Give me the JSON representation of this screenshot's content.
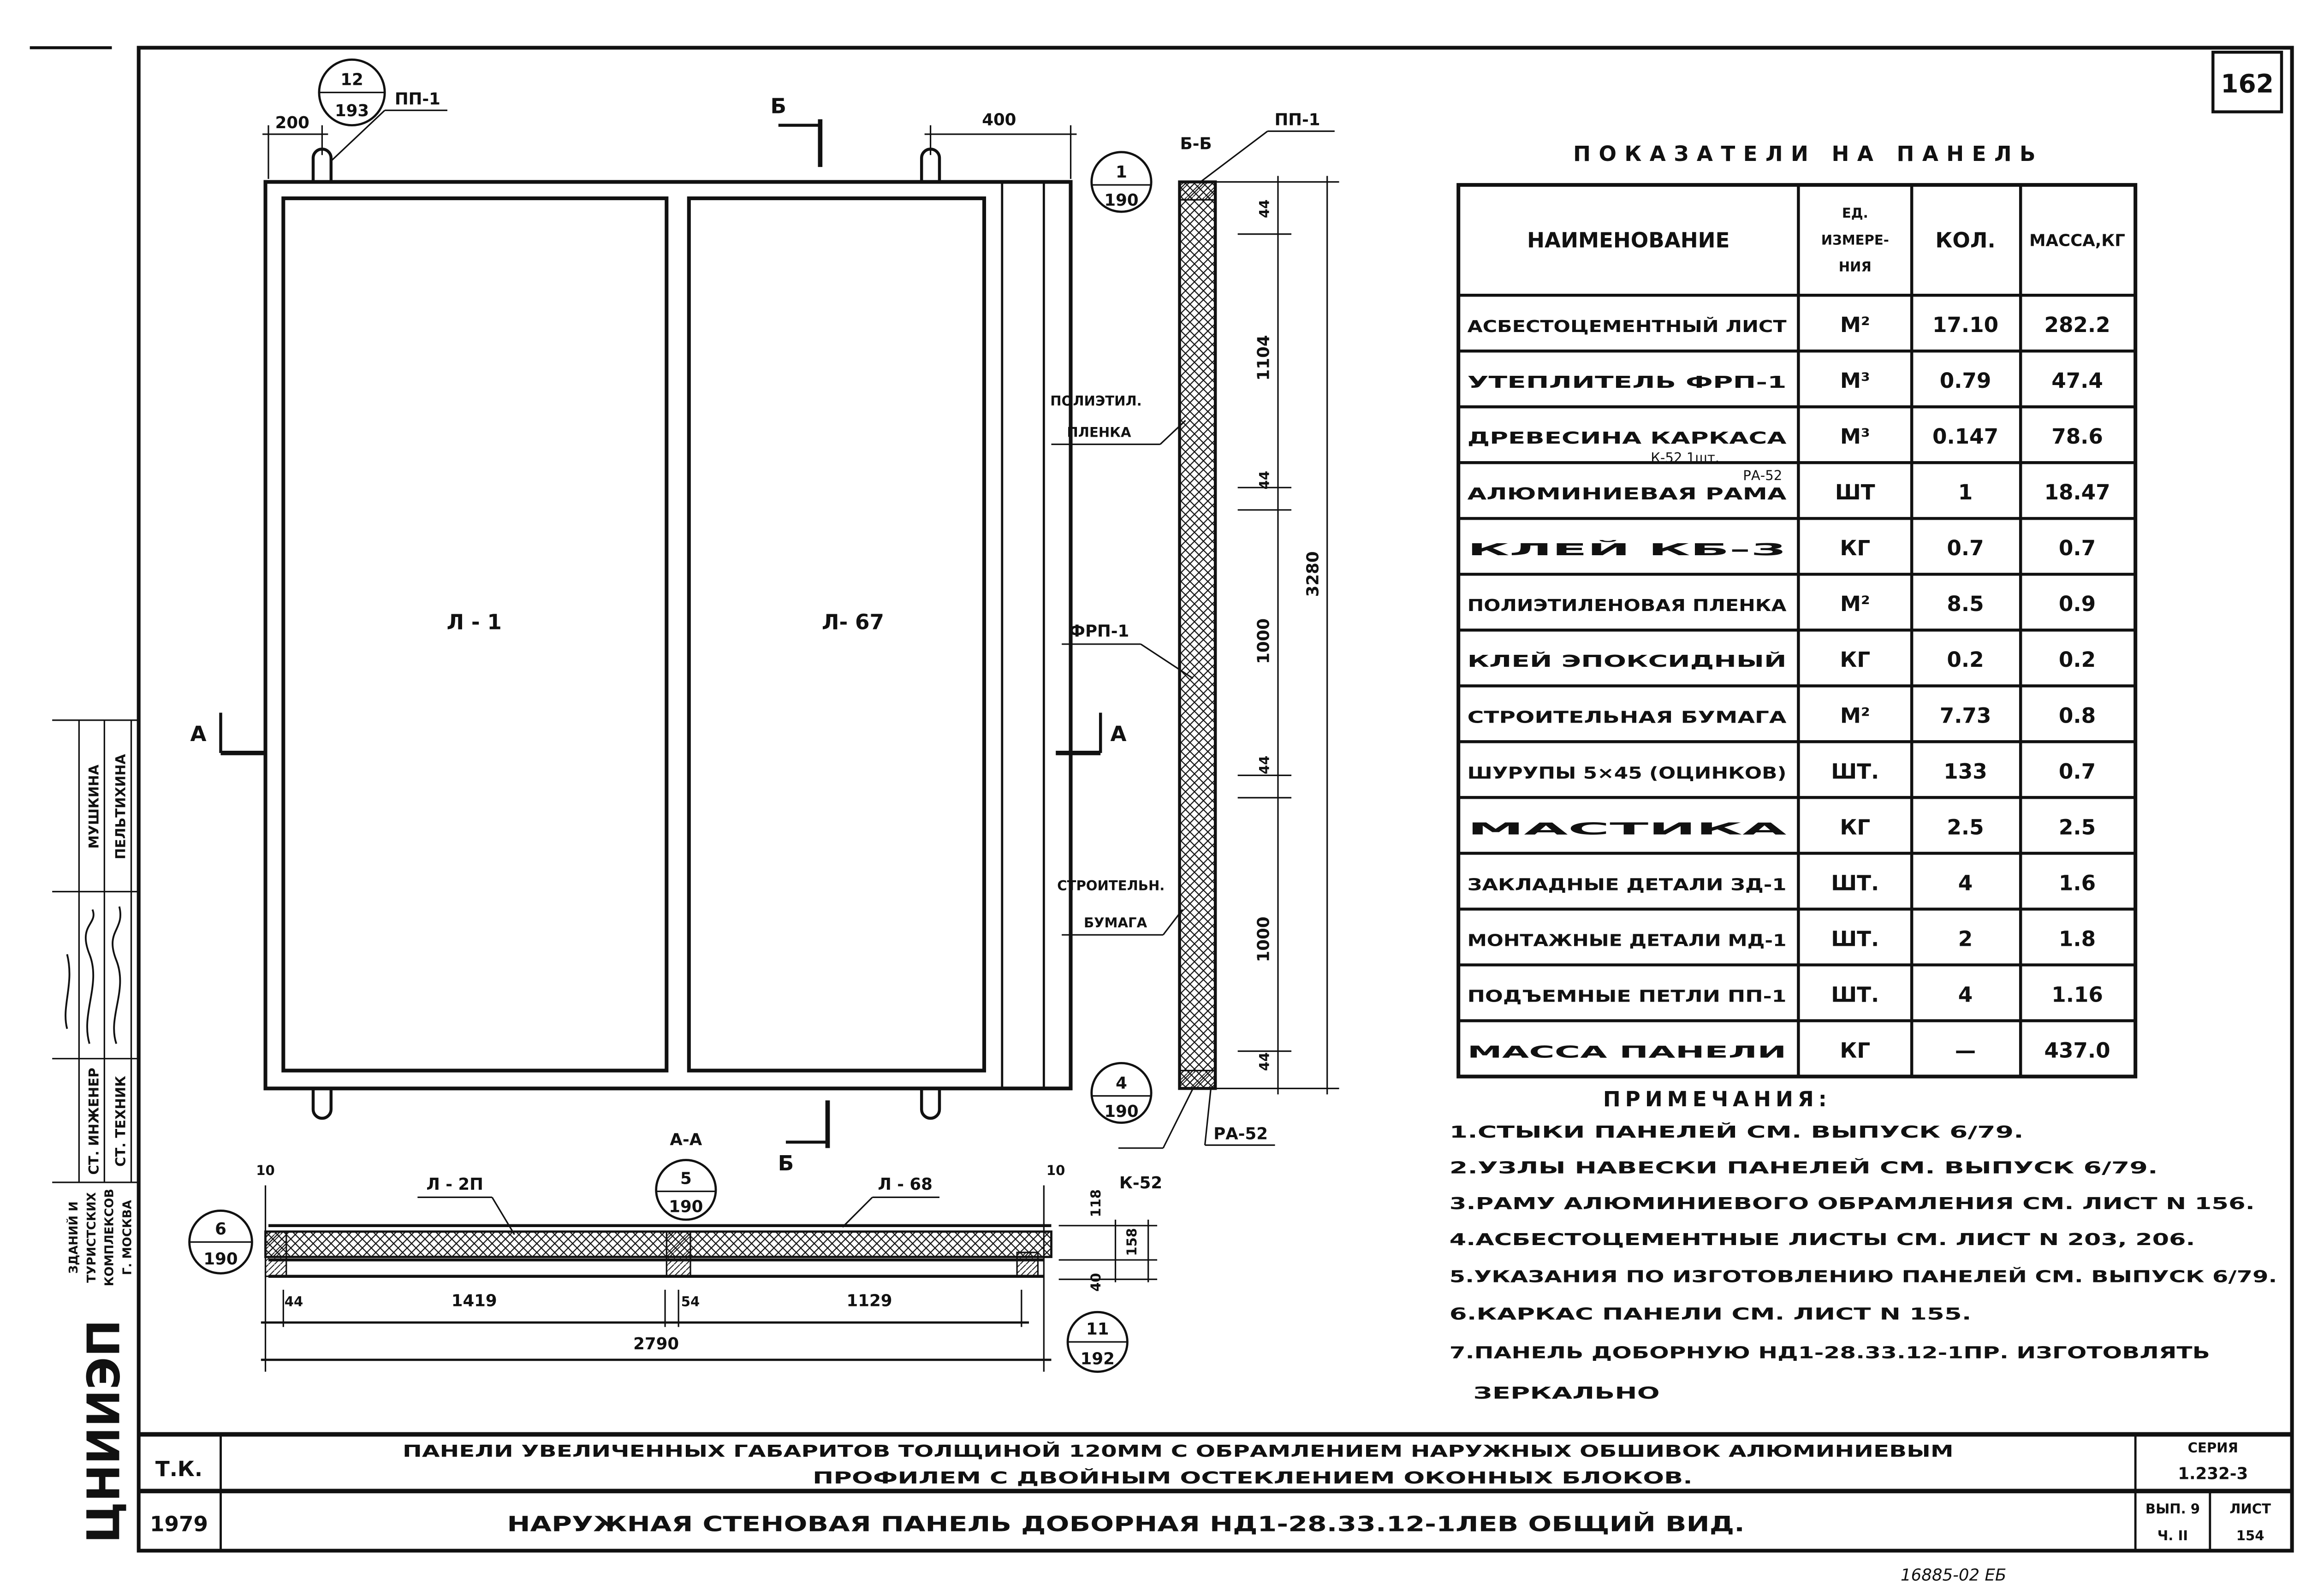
{
  "sheet_number": "162",
  "drawing": {
    "front_view": {
      "pane_left": "Л - 1",
      "pane_right": "Л- 67",
      "dim_top_left": "200",
      "dim_top_right": "400",
      "callout_loop": {
        "top": "12",
        "bottom": "193"
      },
      "loop_label": "ПП-1",
      "section_a_left": "А",
      "section_a_right": "А",
      "section_b_top": "Б",
      "section_b_bottom": "Б"
    },
    "section_bb": {
      "title": "Б-Б",
      "loop_label": "ПП-1",
      "callout_top": {
        "top": "1",
        "bottom": "190"
      },
      "callout_bottom": {
        "top": "4",
        "bottom": "190"
      },
      "k52": "К-52",
      "ra52": "РА-52",
      "label_film_1": "ПОЛИЭТИЛ.",
      "label_film_2": "ПЛЕНКА",
      "label_frp": "ФРП-1",
      "label_paper_1": "СТРОИТЕЛЬН.",
      "label_paper_2": "БУМАГА",
      "dims": [
        "44",
        "1104",
        "44",
        "1000",
        "44",
        "1000",
        "44"
      ],
      "total": "3280"
    },
    "section_aa": {
      "title": "А-А",
      "callout_left": {
        "top": "6",
        "bottom": "190"
      },
      "callout_mid": {
        "top": "5",
        "bottom": "190"
      },
      "callout_right": {
        "top": "11",
        "bottom": "192"
      },
      "label_left": "Л - 2П",
      "label_right": "Л - 68",
      "dim_10_left": "10",
      "dim_10_right": "10",
      "dim_118": "118",
      "dim_158": "158",
      "dim_40": "40",
      "dims": [
        "44",
        "1419",
        "54",
        "1129"
      ],
      "total": "2790"
    }
  },
  "table": {
    "title": "ПОКАЗАТЕЛИ НА ПАНЕЛЬ",
    "headers": [
      "НАИМЕНОВАНИЕ",
      "ЕД. ИЗМЕРЕ- НИЯ",
      "КОЛ.",
      "МАССА,КГ"
    ],
    "header_unit_lines": [
      "ЕД.",
      "ИЗМЕРЕ-",
      "НИЯ"
    ],
    "rows": [
      [
        "АСБЕСТОЦЕМЕНТНЫЙ ЛИСТ",
        "М²",
        "17.10",
        "282.2"
      ],
      [
        "УТЕПЛИТЕЛЬ ФРП-1",
        "М³",
        "0.79",
        "47.4"
      ],
      [
        "ДРЕВЕСИНА КАРКАСА",
        "М³",
        "0.147",
        "78.6"
      ],
      [
        "АЛЮМИНИЕВАЯ РАМА",
        "ШТ",
        "1",
        "18.47"
      ],
      [
        "КЛЕЙ КБ-3",
        "КГ",
        "0.7",
        "0.7"
      ],
      [
        "ПОЛИЭТИЛЕНОВАЯ ПЛЕНКА",
        "М²",
        "8.5",
        "0.9"
      ],
      [
        "КЛЕЙ ЭПОКСИДНЫЙ",
        "КГ",
        "0.2",
        "0.2"
      ],
      [
        "СТРОИТЕЛЬНАЯ БУМАГА",
        "М²",
        "7.73",
        "0.8"
      ],
      [
        "ШУРУПЫ 5×45 (ОЦИНКОВ)",
        "ШТ.",
        "133",
        "0.7"
      ],
      [
        "МАСТИКА",
        "КГ",
        "2.5",
        "2.5"
      ],
      [
        "ЗАКЛАДНЫЕ ДЕТАЛИ ЗД-1",
        "ШТ.",
        "4",
        "1.6"
      ],
      [
        "МОНТАЖНЫЕ ДЕТАЛИ МД-1",
        "ШТ.",
        "2",
        "1.8"
      ],
      [
        "ПОДЪЕМНЫЕ ПЕТЛИ ПП-1",
        "ШТ.",
        "4",
        "1.16"
      ],
      [
        "МАССА ПАНЕЛИ",
        "КГ",
        "—",
        "437.0"
      ]
    ],
    "handwritten_note_1": "К-52 1шт.",
    "handwritten_note_2": "РА-52"
  },
  "notes": {
    "title": "ПРИМЕЧАНИЯ:",
    "items": [
      "1.СТЫКИ ПАНЕЛЕЙ СМ. ВЫПУСК 6/79.",
      "2.УЗЛЫ НАВЕСКИ ПАНЕЛЕЙ СМ. ВЫПУСК 6/79.",
      "3.РАМУ АЛЮМИНИЕВОГО ОБРАМЛЕНИЯ СМ. ЛИСТ N 156.",
      "4.АСБЕСТОЦЕМЕНТНЫЕ ЛИСТЫ СМ. ЛИСТ N 203, 206.",
      "5.УКАЗАНИЯ ПО ИЗГОТОВЛЕНИЮ ПАНЕЛЕЙ СМ. ВЫПУСК 6/79.",
      "6.КАРКАС ПАНЕЛИ СМ. ЛИСТ N 155.",
      "7.ПАНЕЛЬ ДОБОРНУЮ НД1-28.33.12-1ПР. ИЗГОТОВЛЯТЬ",
      "ЗЕРКАЛЬНО"
    ]
  },
  "title_block": {
    "org_code": "Т.К.",
    "year": "1979",
    "subject_line_1": "ПАНЕЛИ УВЕЛИЧЕННЫХ ГАБАРИТОВ ТОЛЩИНОЙ 120ММ С ОБРАМЛЕНИЕМ НАРУЖНЫХ ОБШИВОК АЛЮМИНИЕВЫМ",
    "subject_line_2": "ПРОФИЛЕМ С ДВОЙНЫМ ОСТЕКЛЕНИЕМ ОКОННЫХ БЛОКОВ.",
    "sheet_title": "НАРУЖНАЯ СТЕНОВАЯ ПАНЕЛЬ ДОБОРНАЯ НД1-28.33.12-1ЛЕВ ОБЩИЙ ВИД.",
    "series_label": "СЕРИЯ",
    "series": "1.232-3",
    "issue": "ВЫП. 9",
    "part": "Ч. II",
    "sheet_label": "ЛИСТ",
    "sheet": "154"
  },
  "stamp": {
    "names": [
      "МУШКИНА",
      "ПЕЛЬТИХИНА"
    ],
    "roles": [
      "СТ. ИНЖЕНЕР",
      "СТ. ТЕХНИК"
    ],
    "org_lines": [
      "ЗДАНИЙ И",
      "ТУРИСТСКИХ",
      "КОМПЛЕКСОВ",
      "Г. МОСКВА"
    ],
    "logo": "ЦНИИЭП"
  },
  "archive_number": "16885-02 ЕБ"
}
